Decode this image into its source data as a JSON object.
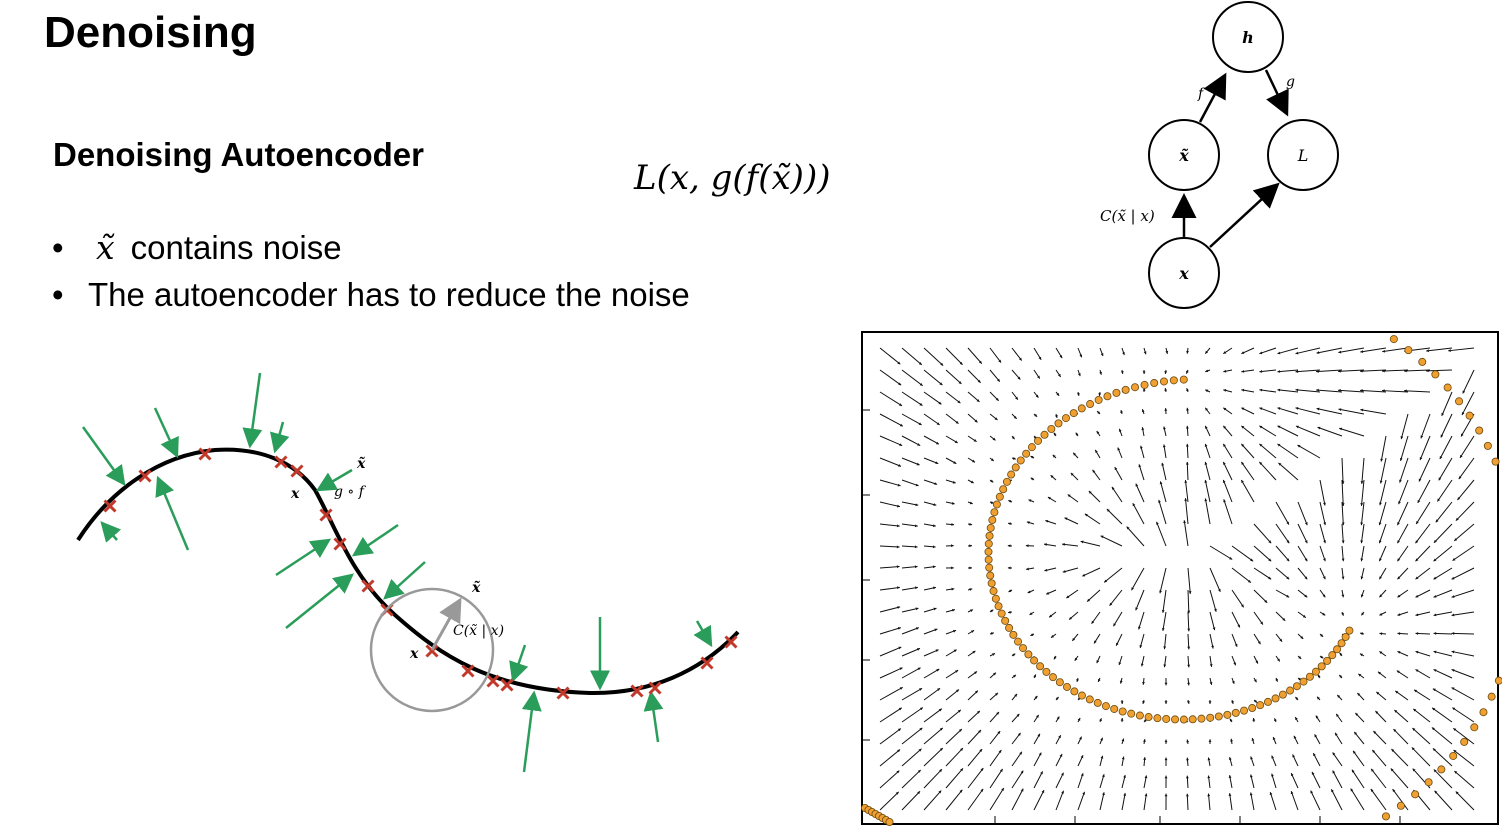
{
  "slide": {
    "title": "Denoising",
    "subtitle": "Denoising Autoencoder",
    "loss_formula": "L(x, g(f(x̃)))"
  },
  "bullets": [
    {
      "var": "x̃",
      "text": "contains noise"
    },
    {
      "var": "",
      "text": "The autoencoder has to reduce the noise"
    }
  ],
  "graph": {
    "nodes": {
      "h": "h",
      "x_tilde": "x̃",
      "L": "L",
      "x": "x"
    },
    "edges": {
      "f": "f",
      "g": "g",
      "corruption": "C(x̃ | x)"
    }
  },
  "manifold": {
    "labels": {
      "x_tilde_top": "x̃",
      "x_top": "x",
      "g_of_f": "g ∘ f",
      "x_tilde_circle": "x̃",
      "corruption": "C(x̃ | x)",
      "x_circle": "x"
    },
    "colors": {
      "arrow": "#2a9d5a",
      "cross": "#c0392b",
      "curve": "#000000",
      "circle": "#999999"
    }
  },
  "vector_field": {
    "colors": {
      "points": "#f0a030",
      "points_edge": "#6b4a10",
      "arrows": "#111111"
    }
  }
}
